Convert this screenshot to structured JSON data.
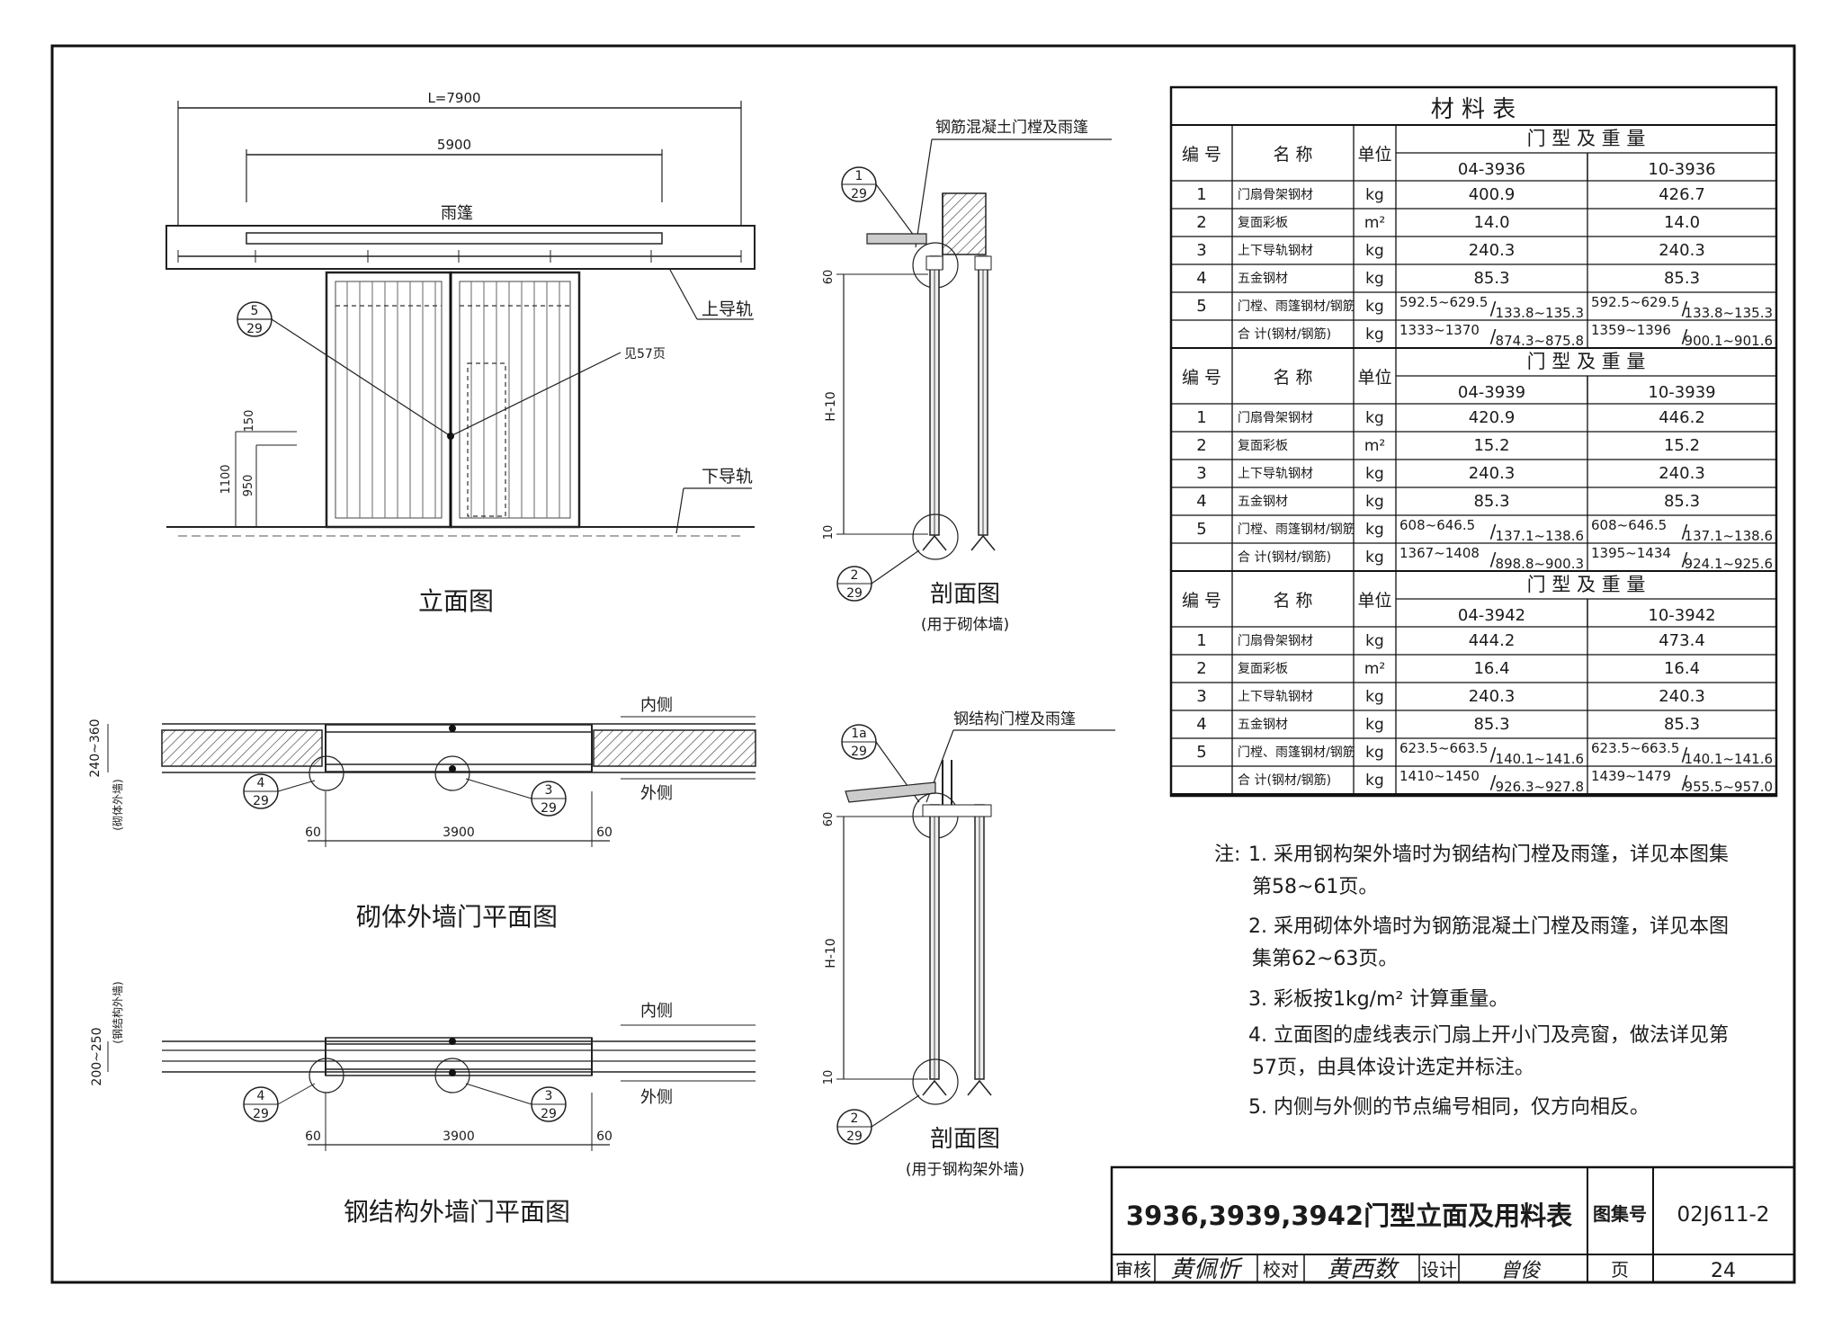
{
  "elevation": {
    "overall_length": "L=7900",
    "inner_length": "5900",
    "canopy_label": "雨篷",
    "upper_rail_label": "上导轨",
    "lower_rail_label": "下导轨",
    "see_page_note": "见57页",
    "dim_150": "150",
    "dim_1100": "1100",
    "dim_950": "950",
    "callout_num": "5",
    "callout_page": "29",
    "title": "立面图"
  },
  "section_masonry": {
    "lintel_label": "钢筋混凝土门樘及雨篷",
    "callout_top_num": "1",
    "callout_top_page": "29",
    "callout_bottom_num": "2",
    "callout_bottom_page": "29",
    "dim_60": "60",
    "dim_h": "H-10",
    "dim_10": "10",
    "title": "剖面图",
    "subtitle": "(用于砌体墙)"
  },
  "section_steel": {
    "lintel_label": "钢结构门樘及雨篷",
    "callout_top_num": "1a",
    "callout_top_page": "29",
    "callout_bottom_num": "2",
    "callout_bottom_page": "29",
    "dim_60": "60",
    "dim_h": "H-10",
    "dim_10": "10",
    "title": "剖面图",
    "subtitle": "(用于钢构架外墙)"
  },
  "plan_masonry": {
    "inner_label": "内侧",
    "outer_label": "外侧",
    "wall_dim": "240~360",
    "wall_note": "(砌体外墙)",
    "dim_left": "60",
    "dim_mid": "3900",
    "dim_right": "60",
    "callout_a_num": "4",
    "callout_a_page": "29",
    "callout_b_num": "3",
    "callout_b_page": "29",
    "title": "砌体外墙门平面图"
  },
  "plan_steel": {
    "inner_label": "内侧",
    "outer_label": "外侧",
    "wall_dim": "200~250",
    "wall_note": "(钢结构外墙)",
    "dim_left": "60",
    "dim_mid": "3900",
    "dim_right": "60",
    "callout_a_num": "4",
    "callout_a_page": "29",
    "callout_b_num": "3",
    "callout_b_page": "29",
    "title": "钢结构外墙门平面图"
  },
  "material_table": {
    "title": "材 料 表",
    "header_no": "编 号",
    "header_name": "名 称",
    "header_unit": "单位",
    "header_group": "门 型 及 重 量",
    "groups": [
      {
        "type_a": "04-3936",
        "type_b": "10-3936",
        "rows": [
          {
            "no": "1",
            "name": "门扇骨架钢材",
            "unit": "kg",
            "a": "400.9",
            "a2": "",
            "b": "426.7",
            "b2": ""
          },
          {
            "no": "2",
            "name": "复面彩板",
            "unit": "m²",
            "a": "14.0",
            "a2": "",
            "b": "14.0",
            "b2": ""
          },
          {
            "no": "3",
            "name": "上下导轨钢材",
            "unit": "kg",
            "a": "240.3",
            "a2": "",
            "b": "240.3",
            "b2": ""
          },
          {
            "no": "4",
            "name": "五金钢材",
            "unit": "kg",
            "a": "85.3",
            "a2": "",
            "b": "85.3",
            "b2": ""
          },
          {
            "no": "5",
            "name": "门樘、雨篷钢材/钢筋",
            "unit": "kg",
            "a": "592.5~629.5",
            "a2": "133.8~135.3",
            "b": "592.5~629.5",
            "b2": "133.8~135.3"
          },
          {
            "no": "",
            "name": "合 计(钢材/钢筋)",
            "unit": "kg",
            "a": "1333~1370",
            "a2": "874.3~875.8",
            "b": "1359~1396",
            "b2": "900.1~901.6"
          }
        ]
      },
      {
        "type_a": "04-3939",
        "type_b": "10-3939",
        "rows": [
          {
            "no": "1",
            "name": "门扇骨架钢材",
            "unit": "kg",
            "a": "420.9",
            "a2": "",
            "b": "446.2",
            "b2": ""
          },
          {
            "no": "2",
            "name": "复面彩板",
            "unit": "m²",
            "a": "15.2",
            "a2": "",
            "b": "15.2",
            "b2": ""
          },
          {
            "no": "3",
            "name": "上下导轨钢材",
            "unit": "kg",
            "a": "240.3",
            "a2": "",
            "b": "240.3",
            "b2": ""
          },
          {
            "no": "4",
            "name": "五金钢材",
            "unit": "kg",
            "a": "85.3",
            "a2": "",
            "b": "85.3",
            "b2": ""
          },
          {
            "no": "5",
            "name": "门樘、雨篷钢材/钢筋",
            "unit": "kg",
            "a": "608~646.5",
            "a2": "137.1~138.6",
            "b": "608~646.5",
            "b2": "137.1~138.6"
          },
          {
            "no": "",
            "name": "合 计(钢材/钢筋)",
            "unit": "kg",
            "a": "1367~1408",
            "a2": "898.8~900.3",
            "b": "1395~1434",
            "b2": "924.1~925.6"
          }
        ]
      },
      {
        "type_a": "04-3942",
        "type_b": "10-3942",
        "rows": [
          {
            "no": "1",
            "name": "门扇骨架钢材",
            "unit": "kg",
            "a": "444.2",
            "a2": "",
            "b": "473.4",
            "b2": ""
          },
          {
            "no": "2",
            "name": "复面彩板",
            "unit": "m²",
            "a": "16.4",
            "a2": "",
            "b": "16.4",
            "b2": ""
          },
          {
            "no": "3",
            "name": "上下导轨钢材",
            "unit": "kg",
            "a": "240.3",
            "a2": "",
            "b": "240.3",
            "b2": ""
          },
          {
            "no": "4",
            "name": "五金钢材",
            "unit": "kg",
            "a": "85.3",
            "a2": "",
            "b": "85.3",
            "b2": ""
          },
          {
            "no": "5",
            "name": "门樘、雨篷钢材/钢筋",
            "unit": "kg",
            "a": "623.5~663.5",
            "a2": "140.1~141.6",
            "b": "623.5~663.5",
            "b2": "140.1~141.6"
          },
          {
            "no": "",
            "name": "合 计(钢材/钢筋)",
            "unit": "kg",
            "a": "1410~1450",
            "a2": "926.3~927.8",
            "b": "1439~1479",
            "b2": "955.5~957.0"
          }
        ]
      }
    ]
  },
  "notes": {
    "prefix": "注:",
    "lines": [
      "1. 采用钢构架外墙时为钢结构门樘及雨篷，详见本图集",
      "第58~61页。",
      "2. 采用砌体外墙时为钢筋混凝土门樘及雨篷，详见本图",
      "集第62~63页。",
      "3. 彩板按1kg/m² 计算重量。",
      "4. 立面图的虚线表示门扇上开小门及亮窗，做法详见第",
      "57页，由具体设计选定并标注。",
      "5. 内侧与外侧的节点编号相同，仅方向相反。"
    ]
  },
  "title_block": {
    "drawing_title": "3936,3939,3942门型立面及用料表",
    "atlas_label": "图集号",
    "atlas_no": "02J611-2",
    "review_label": "审核",
    "check_label": "校对",
    "design_label": "设计",
    "page_label": "页",
    "page_no": "24",
    "sign_review": "黄佩忻",
    "sign_check": "黄西数",
    "sign_design": "曾俊"
  }
}
